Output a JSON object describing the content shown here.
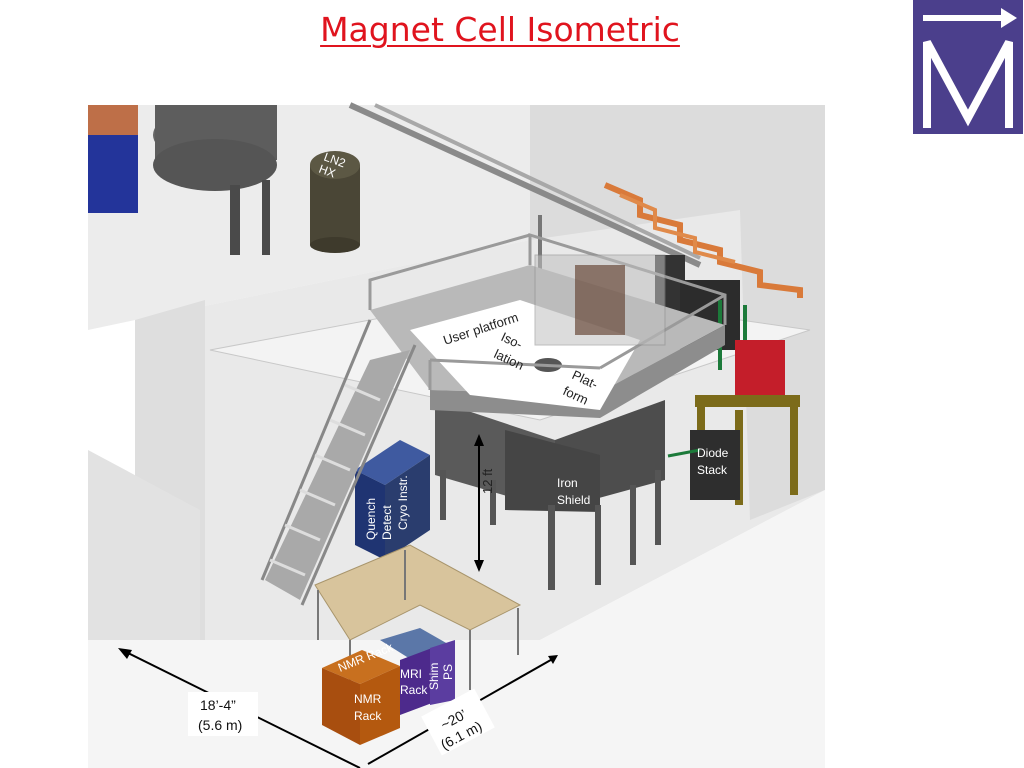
{
  "title": "Magnet Cell Isometric",
  "logo_letter": "M",
  "labels": {
    "user_platform": "User platform",
    "iso_1": "Iso-",
    "iso_2": "lation",
    "plat_1": "Plat-",
    "plat_2": "form",
    "height": "12  ft",
    "iron_1": "Iron",
    "iron_2": "Shield",
    "diode_1": "Diode",
    "diode_2": "Stack",
    "quench_1": "Quench",
    "quench_2": "Detect",
    "cryo": "Cryo Instr.",
    "nmr_1": "NMR",
    "nmr_2": "Rack",
    "mri_1": "MRI",
    "mri_2": "Rack",
    "shim": "Shim",
    "ps": "PS",
    "ln2_1": "LN2",
    "ln2_2": "HX",
    "nmr_back": "NMR Rack",
    "dim_width_1": "18’-4”",
    "dim_width_2": "(5.6 m)",
    "dim_length_1": "~20’",
    "dim_length_2": "(6.1 m)"
  },
  "colors": {
    "title": "#e0141e",
    "logo_bg": "#4b3f8c",
    "nmr_rack": "#b4590f",
    "mri_rack": "#4d2a8c",
    "shim_ps": "#5b3da0",
    "cryo_rack": "#2a3d6e",
    "table_top": "#d8c49c",
    "copper_bus": "#d97a3a",
    "diode_frame": "#7c6b1a"
  }
}
